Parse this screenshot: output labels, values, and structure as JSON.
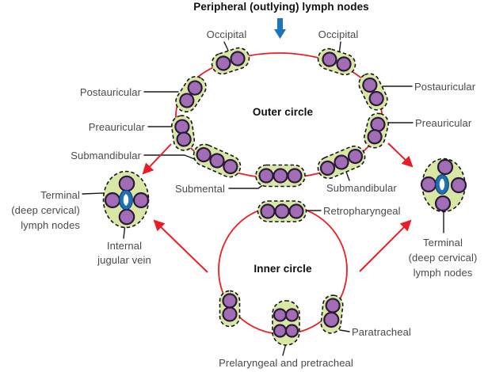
{
  "title": "Peripheral (outlying) lymph nodes",
  "colors": {
    "red": "#ec1c24",
    "blue_arrow": "#1c75bc",
    "blob_fill": "#d8e7a3",
    "blob_border": "#151515",
    "node_fill": "#a16db4",
    "node_border": "#2a1a3a",
    "vein_blue": "#1d71b8",
    "vein_outline": "#123f63",
    "label": "#4a4a4a",
    "title_color": "#0f0f0f",
    "line": "#1a1a1a"
  },
  "outer_circle": {
    "label": "Outer circle",
    "node_labels": {
      "occipital_left": "Occipital",
      "occipital_right": "Occipital",
      "postauricular_left": "Postauricular",
      "postauricular_right": "Postauricular",
      "preauricular_left": "Preauricular",
      "preauricular_right": "Preauricular",
      "submandibular_left": "Submandibular",
      "submandibular_right": "Submandibular",
      "submental": "Submental"
    }
  },
  "inner_circle": {
    "label": "Inner circle",
    "node_labels": {
      "retropharyngeal": "Retropharyngeal",
      "paratracheal": "Paratracheal",
      "prelaryngeal_pretracheal": "Prelaryngeal and pretracheal"
    }
  },
  "terminal_left": {
    "line1": "Terminal",
    "line2": "(deep cervical)",
    "line3": "lymph nodes"
  },
  "terminal_right": {
    "line1": "Terminal",
    "line2": "(deep cervical)",
    "line3": "lymph nodes"
  },
  "internal_jugular": {
    "line1": "Internal",
    "line2": "jugular vein"
  }
}
